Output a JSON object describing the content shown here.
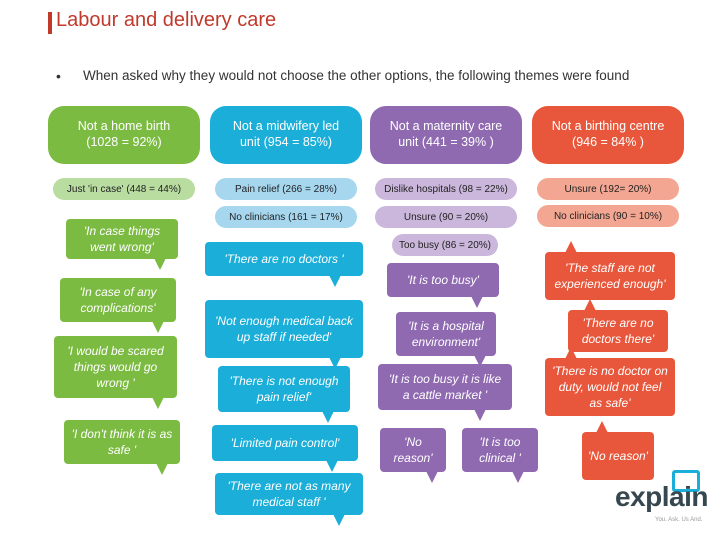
{
  "title": "Labour and delivery care",
  "bullet": "•",
  "intro": "When asked why they would not choose the other options, the following themes were found",
  "columns": [
    {
      "color": "#7cbb42",
      "header_line1": "Not a home birth",
      "header_line2": "(1028 = 92%)",
      "pills": [
        "Just 'in case' (448 = 44%)"
      ],
      "quotes": [
        "'In case things went wrong'",
        "'In case of any complications'",
        "'I would be scared things would go wrong '",
        "'I don't think it is as safe '"
      ]
    },
    {
      "color": "#1aaed8",
      "header_line1": "Not a midwifery led",
      "header_line2": "unit (954 = 85%)",
      "pills": [
        "Pain relief (266 = 28%)",
        "No clinicians (161 = 17%)"
      ],
      "quotes": [
        "'There are no doctors '",
        "'Not enough medical back up staff if needed'",
        "'There is not enough pain relief'",
        "'Limited pain control'",
        "'There are not as many medical staff '"
      ]
    },
    {
      "color": "#8f6ab1",
      "header_line1": "Not a maternity care",
      "header_line2": "unit (441 = 39% )",
      "pills": [
        "Dislike hospitals (98 = 22%)",
        "Unsure (90 = 20%)",
        "Too busy (86 = 20%)"
      ],
      "quotes": [
        "'It is too busy'",
        "'It is a hospital environment'",
        "'It is too busy it is like a cattle market '",
        "'No reason'",
        "'It is too clinical '"
      ]
    },
    {
      "color": "#e8573b",
      "header_line1": "Not a birthing centre",
      "header_line2": "(946 = 84% )",
      "pills": [
        "Unsure (192= 20%)",
        "No clinicians (90 = 10%)"
      ],
      "quotes": [
        "'The staff are not experienced enough'",
        "'There are no doctors there'",
        "'There is no doctor on duty, would not feel as safe'",
        "'No reason'"
      ]
    }
  ],
  "logo": {
    "name": "explain",
    "tagline": "You. Ask. Us And."
  }
}
